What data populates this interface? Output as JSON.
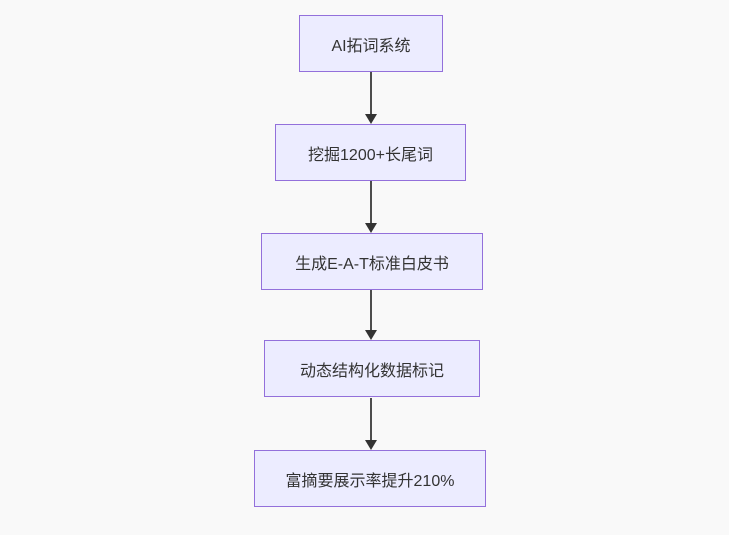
{
  "diagram": {
    "type": "flowchart",
    "direction": "top-down",
    "background_color": "#f9f9f9",
    "node_fill_color": "#ECECFF",
    "node_border_color": "#9370DB",
    "text_color": "#333333",
    "arrow_color": "#333333",
    "nodes": [
      {
        "id": "step-1",
        "label": "AI拓词系统"
      },
      {
        "id": "step-2",
        "label": "挖掘1200+长尾词"
      },
      {
        "id": "step-3",
        "label": "生成E-A-T标准白皮书"
      },
      {
        "id": "step-4",
        "label": "动态结构化数据标记"
      },
      {
        "id": "step-5",
        "label": "富摘要展示率提升210%"
      }
    ],
    "edges": [
      {
        "from": "step-1",
        "to": "step-2"
      },
      {
        "from": "step-2",
        "to": "step-3"
      },
      {
        "from": "step-3",
        "to": "step-4"
      },
      {
        "from": "step-4",
        "to": "step-5"
      }
    ]
  }
}
